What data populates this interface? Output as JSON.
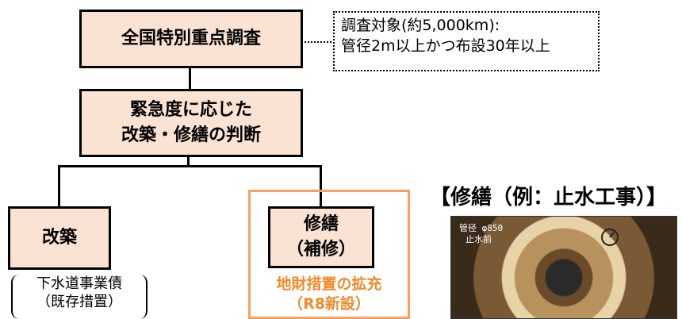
{
  "nodes": {
    "top": "全国特別重点調査",
    "mid": "緊急度に応じた\n改築・修繕の判断",
    "left": "改築",
    "right": "修繕\n（補修）"
  },
  "note": "調査対象(約5,000km):\n管径2m以上かつ布設30年以上",
  "left_sub": "下水道事業債\n（既存措置）",
  "right_sub": "地財措置の拡充\n（R8新設）",
  "photo": {
    "title": "【修繕（例：止水工事）】",
    "caption_line1": "管径 φ850",
    "caption_line2": "止水前"
  },
  "colors": {
    "node_fill": "#fbe3d4",
    "orange": "#f08a2c"
  }
}
